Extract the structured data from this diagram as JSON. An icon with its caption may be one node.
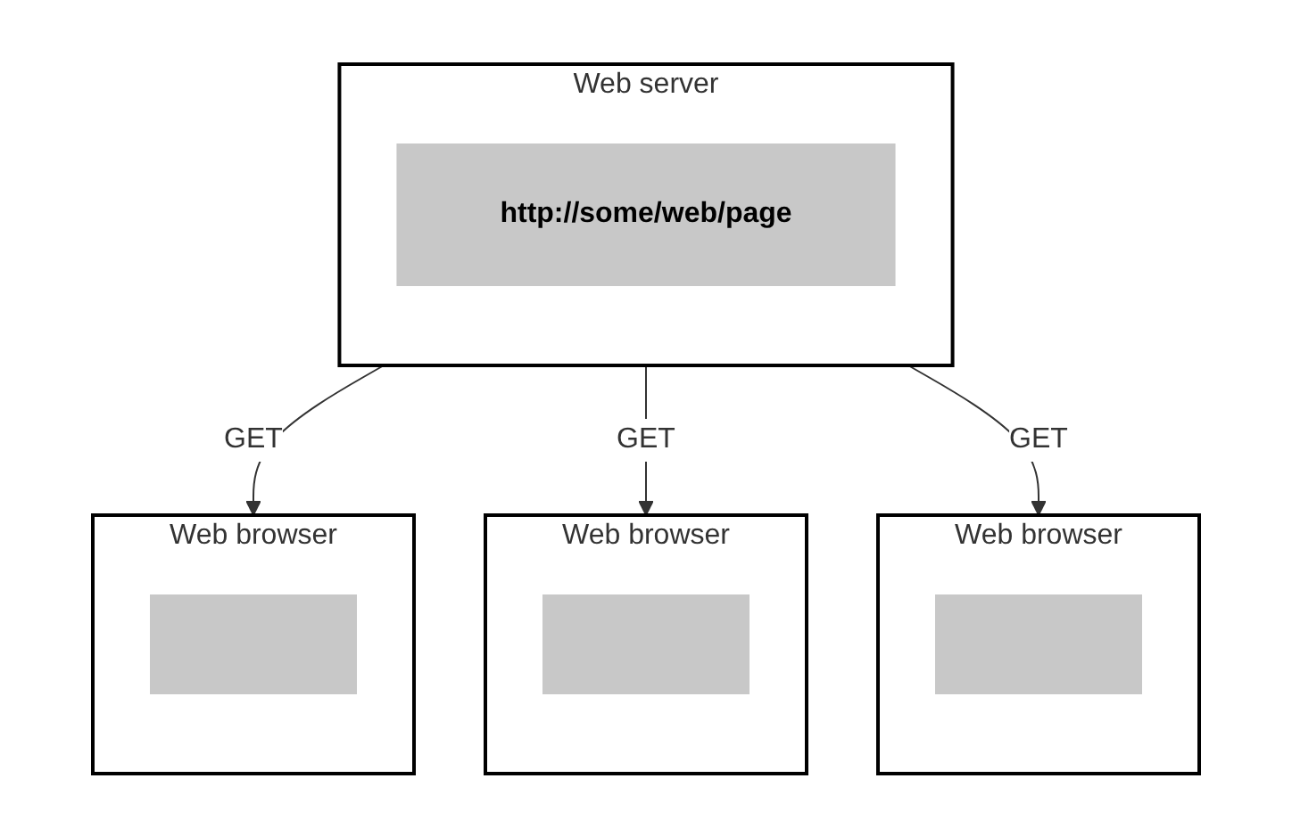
{
  "diagram": {
    "nodes": [
      {
        "text": [
          "Web server"
        ]
      },
      {
        "text": [
          "http://some/web/page"
        ],
        "in": 0
      },
      {
        "text": [
          "Web browser"
        ]
      },
      {
        "text": [],
        "shape": "box",
        "in": 2
      },
      {
        "text": [
          "Web browser"
        ]
      },
      {
        "text": [],
        "shape": "box",
        "in": 4
      },
      {
        "text": [
          "Web browser"
        ]
      },
      {
        "text": [],
        "shape": "box",
        "in": 6
      }
    ],
    "edges": [
      {
        "from": 0,
        "to": 2,
        "arrow": "to",
        "label": "GET"
      },
      {
        "from": 0,
        "to": 4,
        "arrow": "to",
        "label": "GET"
      },
      {
        "from": 0,
        "to": 6,
        "arrow": "to",
        "label": "GET"
      }
    ]
  }
}
